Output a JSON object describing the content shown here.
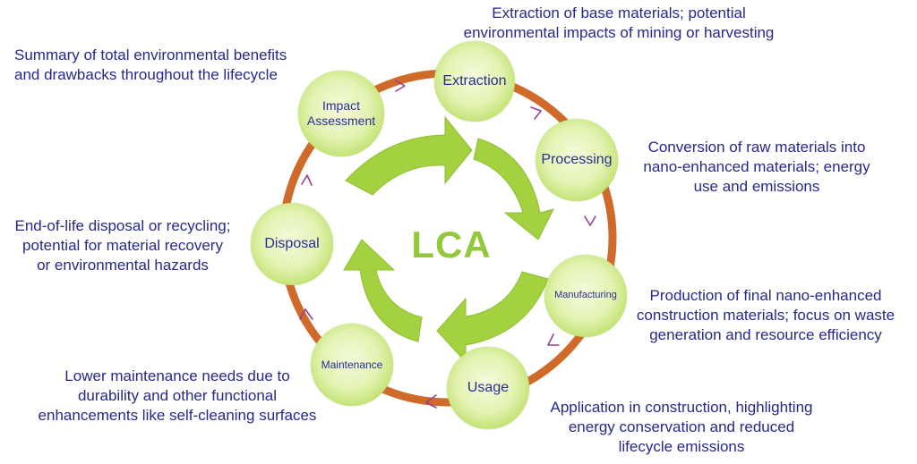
{
  "center_label": "LCA",
  "colors": {
    "ring": "#d06a2a",
    "arrow_tick": "#9a3f8d",
    "cycle_arrows": "#a3d13f",
    "text": "#27288a",
    "node_text": "#2b2d8f"
  },
  "stages": [
    {
      "name": "Extraction",
      "description": [
        "Extraction of base materials; potential",
        "environmental impacts of mining or harvesting"
      ]
    },
    {
      "name": "Processing",
      "description": [
        "Conversion of raw materials into",
        "nano-enhanced materials; energy",
        "use and emissions"
      ]
    },
    {
      "name": "Manufacturing",
      "description": [
        "Production of final nano-enhanced",
        "construction materials; focus on waste",
        "generation and resource efficiency"
      ]
    },
    {
      "name": "Usage",
      "description": [
        "Application in construction, highlighting",
        "energy conservation and reduced",
        "lifecycle emissions"
      ]
    },
    {
      "name": "Maintenance",
      "description": [
        "Lower maintenance needs due to",
        "durability and other functional",
        "enhancements like self-cleaning surfaces"
      ]
    },
    {
      "name": "Disposal",
      "description": [
        "End-of-life disposal or recycling;",
        "potential for material recovery",
        "or environmental hazards"
      ]
    },
    {
      "name_lines": [
        "Impact",
        "Assessment"
      ],
      "description": [
        "Summary of total environmental benefits",
        "and drawbacks throughout the lifecycle"
      ]
    }
  ]
}
